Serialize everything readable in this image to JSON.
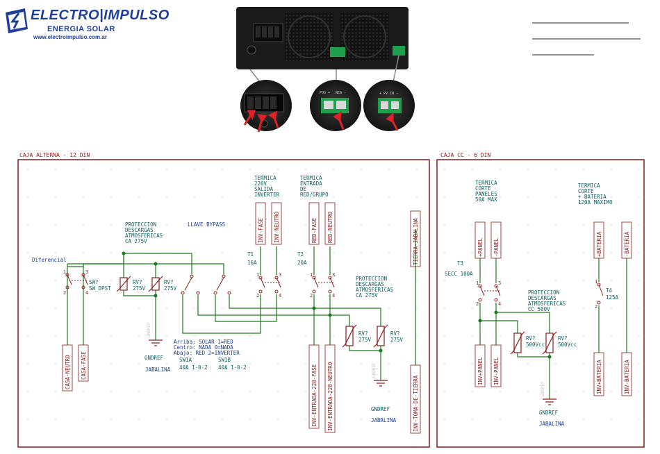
{
  "logo": {
    "brand": "ELECTRO|IMPULSO",
    "tagline": "ENERGIA SOLAR",
    "url": "www.electroimpulso.com.ar"
  },
  "photo": {
    "port_labels": [
      "POS +",
      "NEG -",
      "+ PV IN -"
    ]
  },
  "colors": {
    "frame": "#8b1a1a",
    "wire": "#1a7a1a",
    "text": "#0d5b5b",
    "label_box": "#8b1a1a",
    "arrow": "#e0202a",
    "logo": "#1f3f9a"
  },
  "ac_box": {
    "title": "CAJA ALTERNA - 12 DIN",
    "differential": "Diferencial",
    "sw_dpst": [
      "SW?",
      "SW_DPST"
    ],
    "spd_title": [
      "PROTECCION",
      "DESCARGAS",
      "ATMOSFERICAS",
      "CA 275V"
    ],
    "rv_a": [
      "RV?",
      "275V"
    ],
    "rv_b": [
      "RV?",
      "275V"
    ],
    "gnd_a": [
      "GNDREF",
      "JABALINA"
    ],
    "bypass_title": "LLAVE BYPASS",
    "bypass_legend": [
      "Arriba: SOLAR 1=RED",
      "Centro: NADA 0=NADA",
      "Abajo: RED 2=INVERTER"
    ],
    "sw1a": [
      "SW1A",
      "40A 1-0-2"
    ],
    "sw1b": [
      "SW1B",
      "40A 1-0-2"
    ],
    "t1_title": [
      "TERMICA",
      "220V",
      "SALIDA",
      "INVERTER"
    ],
    "t1": [
      "T1",
      "16A"
    ],
    "t2_title": [
      "TERMICA",
      "ENTRADA",
      "DE",
      "RED/GRUPO"
    ],
    "t2": [
      "T2",
      "20A"
    ],
    "spd2_title": [
      "PROTECCION",
      "DESCARGAS",
      "ATMOSFERICAS",
      "CA 275V"
    ],
    "rv_c": [
      "RV?",
      "275V"
    ],
    "rv_d": [
      "RV?",
      "275V"
    ],
    "gnd_b": [
      "GNDREF",
      "JABALINA"
    ],
    "labels_top": [
      "INV-FASE",
      "INV-NEUTRO",
      "RED-FASE",
      "RED-NEUTRO",
      "TIERRA-JABALINA"
    ],
    "labels_bottom": [
      "CASA-NEUTRO",
      "CASA-FASE",
      "INV-ENTRADA-220-FASE",
      "INV-ENTRADA-220-NEUTRO",
      "INV-TOMA-DE-TIERRA"
    ],
    "pin_marks": [
      "1",
      "2",
      "3",
      "4"
    ]
  },
  "dc_box": {
    "title": "CAJA CC - 6 DIN",
    "t3_title": [
      "TERMICA",
      "CORTE",
      "PANELES",
      "50A MAX"
    ],
    "t3": [
      "T3",
      "SECC 100A"
    ],
    "spd_title": [
      "PROTECCION",
      "DESCARGAS",
      "ATMOSFERICAS",
      "CC 500V"
    ],
    "rv_e": [
      "RV?",
      "500Vcc"
    ],
    "rv_f": [
      "RV?",
      "500Vcc"
    ],
    "gnd": [
      "GNDREF",
      "JABALINA"
    ],
    "t4_title": [
      "TERMICA",
      "CORTE",
      "+ BATERIA",
      "120A MAXIMO"
    ],
    "t4": [
      "T4",
      "125A"
    ],
    "labels_top": [
      "+PANEL",
      "-PANEL",
      "+BATERIA",
      "-BATERIA"
    ],
    "labels_bottom": [
      "INV+PANEL",
      "INV-PANEL",
      "INV+BATERIA",
      "INV-BATERIA"
    ]
  }
}
